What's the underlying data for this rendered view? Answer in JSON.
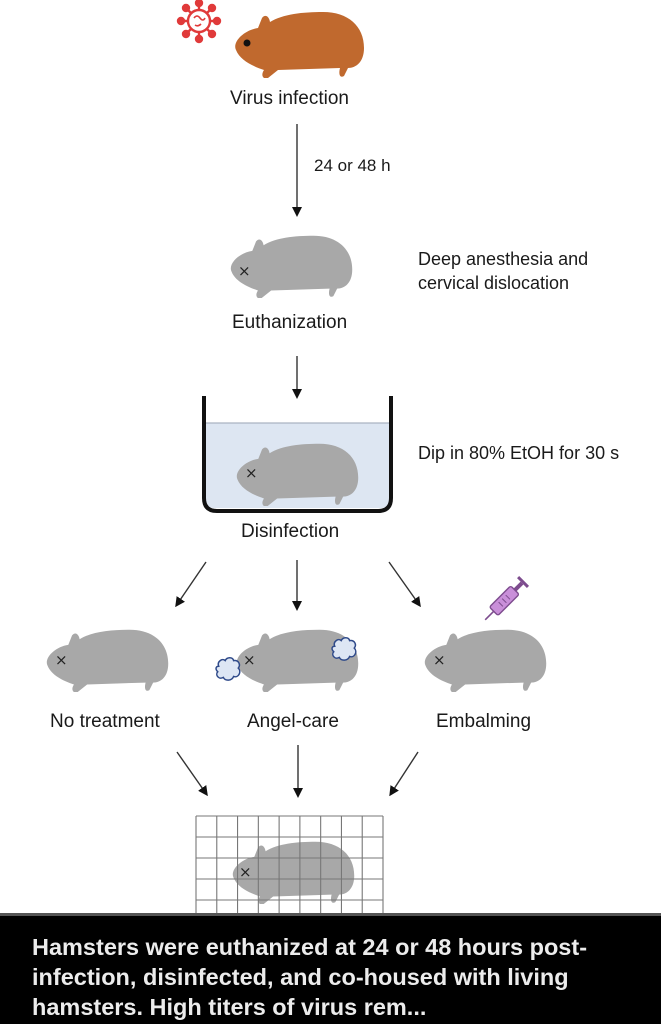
{
  "steps": {
    "infection": {
      "label": "Virus infection",
      "icon": "virus-icon"
    },
    "interval": {
      "label": "24 or 48 h"
    },
    "euthanization": {
      "label": "Euthanization",
      "note_line1": "Deep anesthesia and",
      "note_line2": "cervical dislocation"
    },
    "disinfection": {
      "label": "Disinfection",
      "note": "Dip in 80% EtOH for 30 s"
    },
    "treatments": [
      {
        "label": "No treatment"
      },
      {
        "label": "Angel-care",
        "icon": "cotton-icon"
      },
      {
        "label": "Embalming",
        "icon": "syringe-icon"
      }
    ],
    "cohousing": {
      "icon": "cage-icon"
    }
  },
  "colors": {
    "live_hamster": "#c0692e",
    "dead_hamster": "#a8a8a8",
    "virus": "#e03a3a",
    "water": "#dde6f2",
    "syringe": "#c98fd9"
  },
  "caption": {
    "text": "Hamsters were euthanized at 24 or 48 hours post-infection, disinfected, and co-housed with living hamsters. High titers of virus rem..."
  }
}
